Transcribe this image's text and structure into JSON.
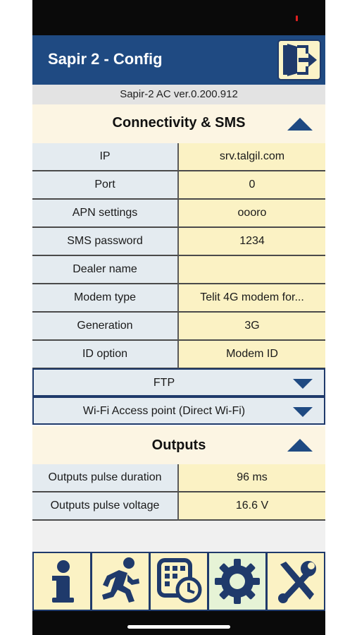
{
  "header": {
    "title": "Sapir 2 - Config"
  },
  "version": "Sapir-2 AC ver.0.200.912",
  "connectivity": {
    "title": "Connectivity & SMS",
    "rows": [
      {
        "label": "IP",
        "value": "srv.talgil.com"
      },
      {
        "label": "Port",
        "value": "0"
      },
      {
        "label": "APN settings",
        "value": "oooro"
      },
      {
        "label": "SMS password",
        "value": "1234"
      },
      {
        "label": "Dealer name",
        "value": ""
      },
      {
        "label": "Modem type",
        "value": "Telit 4G modem for..."
      },
      {
        "label": "Generation",
        "value": "3G"
      },
      {
        "label": "ID option",
        "value": "Modem ID"
      }
    ]
  },
  "ftp": {
    "title": "FTP"
  },
  "wifi": {
    "title": "Wi-Fi Access point (Direct Wi-Fi)"
  },
  "outputs": {
    "title": "Outputs",
    "rows": [
      {
        "label": "Outputs pulse duration",
        "value": "96 ms"
      },
      {
        "label": "Outputs pulse voltage",
        "value": "16.6 V"
      }
    ]
  },
  "toolbar": {
    "buttons": [
      "info-icon",
      "running-man-icon",
      "schedule-icon",
      "gear-icon",
      "tools-icon"
    ],
    "active": "gear-icon"
  },
  "colors": {
    "accent": "#1f4a82",
    "value_bg": "#fbf2c4",
    "label_bg": "#e4ebf0",
    "section_bg": "#fcf5e3"
  }
}
